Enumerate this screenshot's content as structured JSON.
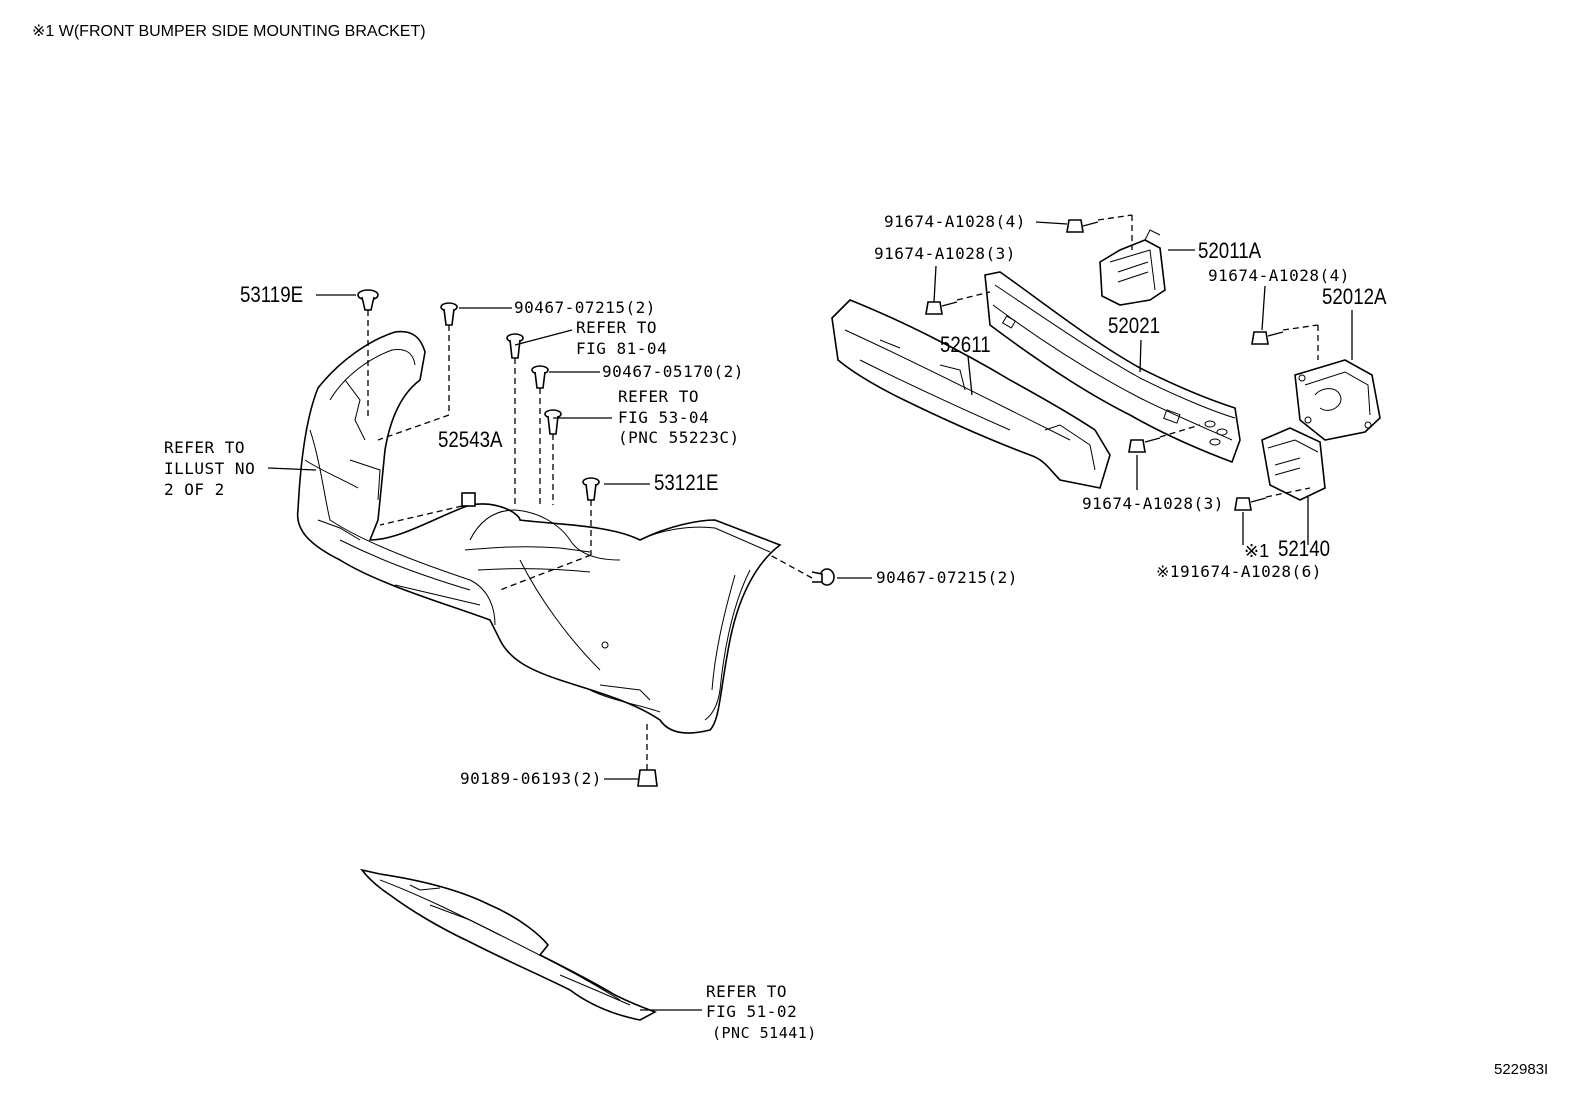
{
  "header_note": "※1 W(FRONT BUMPER SIDE MOUNTING BRACKET)",
  "illustration_id": "522983I",
  "labels": {
    "p53119E": "53119E",
    "p90467_07215_top": "90467-07215(2)",
    "refer_fig81_line1": "REFER TO",
    "refer_fig81_line2": "FIG 81-04",
    "p90467_05170": "90467-05170(2)",
    "refer_fig53_line1": "REFER TO",
    "refer_fig53_line2": "FIG 53-04",
    "refer_fig53_line3": "(PNC 55223C)",
    "refer_illust_line1": "REFER TO",
    "refer_illust_line2": "ILLUST NO",
    "refer_illust_line3": "2 OF 2",
    "p52543A": "52543A",
    "p53121E": "53121E",
    "p90467_07215_right": "90467-07215(2)",
    "p90189_06193": "90189-06193(2)",
    "refer_fig51_line1": "REFER TO",
    "refer_fig51_line2": "FIG 51-02",
    "refer_fig51_line3": "(PNC 51441)",
    "p91674_top4": "91674-A1028(4)",
    "p91674_top3": "91674-A1028(3)",
    "p52011A": "52011A",
    "p91674_right4": "91674-A1028(4)",
    "p52012A": "52012A",
    "p52611": "52611",
    "p52021": "52021",
    "p91674_bottom3": "91674-A1028(3)",
    "note_mark": "※1",
    "p52140": "52140",
    "p91674_bottom6": "※191674-A1028(6)"
  }
}
